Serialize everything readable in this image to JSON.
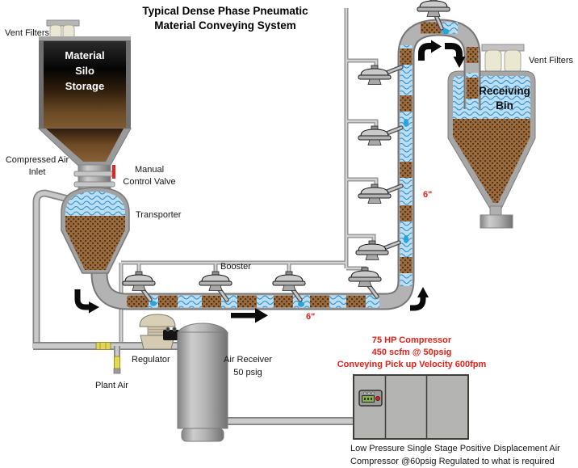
{
  "title": {
    "line1": "Typical Dense Phase Pneumatic",
    "line2": "Material Conveying System"
  },
  "labels": {
    "vent_filters_left": "Vent Filters",
    "vent_filters_right": "Vent Filters",
    "silo_line1": "Material",
    "silo_line2": "Silo",
    "silo_line3": "Storage",
    "compressed_air_line1": "Compressed Air",
    "compressed_air_line2": "Inlet",
    "manual_valve_line1": "Manual",
    "manual_valve_line2": "Control Valve",
    "transporter": "Transporter",
    "booster": "Booster",
    "pipe_size_horizontal": "6\"",
    "pipe_size_vertical": "6\"",
    "receiving_bin_line1": "Receiving",
    "receiving_bin_line2": "Bin",
    "regulator": "Regulator",
    "plant_air": "Plant Air",
    "air_receiver_line1": "Air Receiver",
    "air_receiver_line2": "50 psig",
    "compressor_spec_line1": "75 HP Compressor",
    "compressor_spec_line2": "450 scfm @ 50psig",
    "compressor_spec_line3": "Conveying Pick up Velocity 600fpm",
    "note_line1": "Low Pressure Single Stage Positive Displacement Air",
    "note_line2": "Compressor @60psig Regulated to what is required"
  },
  "colors": {
    "accent_red": "#e32119",
    "material_brown": "#9c6c3f",
    "material_brown_dark": "#53351a",
    "air_blue_light": "#badff4",
    "air_blue": "#338fcc",
    "pipe_gray": "#b3b3b3",
    "jet_blue": "#29a3dc",
    "valve_yellow": "#e0d45c"
  }
}
